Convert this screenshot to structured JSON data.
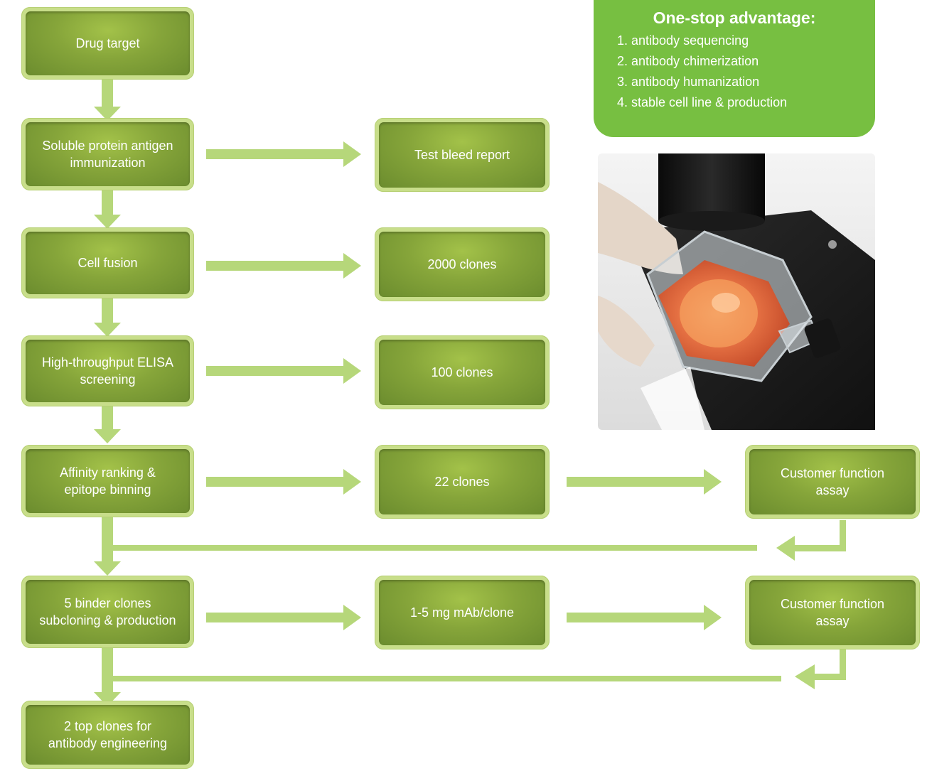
{
  "flowchart": {
    "steps": [
      {
        "lines": [
          "Drug target"
        ]
      },
      {
        "lines": [
          "Soluble protein antigen",
          "immunization"
        ]
      },
      {
        "lines": [
          "Cell fusion"
        ]
      },
      {
        "lines": [
          "High-throughput ELISA",
          "screening"
        ]
      },
      {
        "lines": [
          "Affinity ranking &",
          "epitope binning"
        ]
      },
      {
        "lines": [
          "5 binder clones",
          "subcloning & production"
        ]
      },
      {
        "lines": [
          "2 top clones for",
          "antibody engineering"
        ]
      }
    ],
    "outputs": [
      {
        "lines": [
          "Test bleed report"
        ]
      },
      {
        "lines": [
          "2000 clones"
        ]
      },
      {
        "lines": [
          "100 clones"
        ]
      },
      {
        "lines": [
          "22 clones"
        ]
      },
      {
        "lines": [
          "1-5 mg mAb/clone"
        ]
      }
    ],
    "assays": [
      {
        "lines": [
          "Customer function",
          "assay"
        ]
      },
      {
        "lines": [
          "Customer function",
          "assay"
        ]
      }
    ]
  },
  "advantage": {
    "title": "One-stop advantage:",
    "items": [
      "1. antibody sequencing",
      "2. antibody chimerization",
      "3. antibody humanization",
      "4. stable cell line & production"
    ]
  },
  "colors": {
    "arrow": "#b6d77a",
    "box_fill": "#86a53a",
    "box_border": "#c8de8a",
    "panel": "#77bf41"
  }
}
